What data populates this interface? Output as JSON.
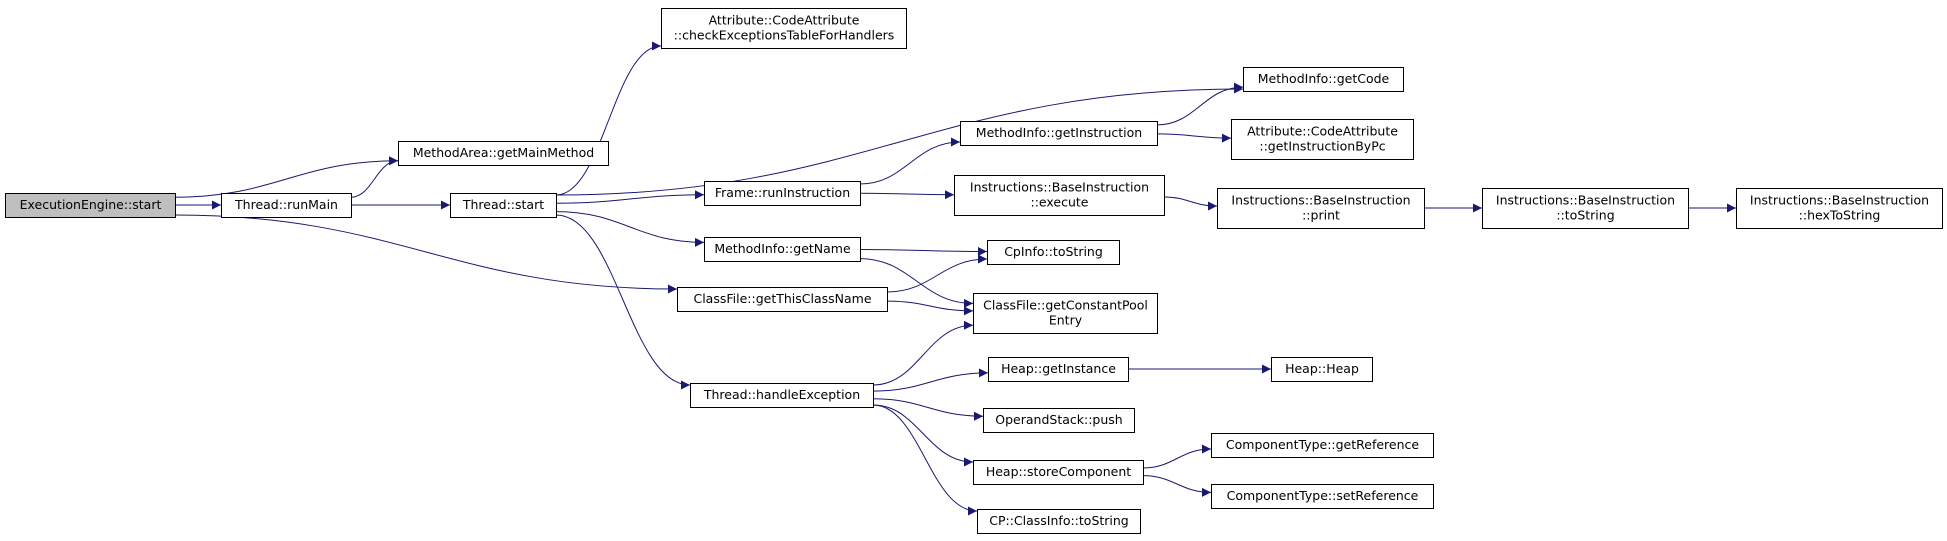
{
  "diagram": {
    "edge_color": "#191970",
    "root_fill": "#bfbfbf",
    "node_fill": "#ffffff",
    "node_border": "#000000",
    "nodes": [
      {
        "id": "execution-engine-start",
        "lines": [
          "ExecutionEngine::start"
        ],
        "root": true
      },
      {
        "id": "thread-runmain",
        "lines": [
          "Thread::runMain"
        ]
      },
      {
        "id": "methodarea-getmainmethod",
        "lines": [
          "MethodArea::getMainMethod"
        ]
      },
      {
        "id": "thread-start",
        "lines": [
          "Thread::start"
        ]
      },
      {
        "id": "codeattribute-checkexceptions",
        "lines": [
          "Attribute::CodeAttribute",
          "::checkExceptionsTableForHandlers"
        ]
      },
      {
        "id": "methodinfo-getcode",
        "lines": [
          "MethodInfo::getCode"
        ]
      },
      {
        "id": "methodinfo-getinstruction",
        "lines": [
          "MethodInfo::getInstruction"
        ]
      },
      {
        "id": "codeattribute-getinstructionbypc",
        "lines": [
          "Attribute::CodeAttribute",
          "::getInstructionByPc"
        ]
      },
      {
        "id": "frame-runinstruction",
        "lines": [
          "Frame::runInstruction"
        ]
      },
      {
        "id": "baseinstruction-execute",
        "lines": [
          "Instructions::BaseInstruction",
          "::execute"
        ]
      },
      {
        "id": "baseinstruction-print",
        "lines": [
          "Instructions::BaseInstruction",
          "::print"
        ]
      },
      {
        "id": "baseinstruction-tostring",
        "lines": [
          "Instructions::BaseInstruction",
          "::toString"
        ]
      },
      {
        "id": "baseinstruction-hextostring",
        "lines": [
          "Instructions::BaseInstruction",
          "::hexToString"
        ]
      },
      {
        "id": "methodinfo-getname",
        "lines": [
          "MethodInfo::getName"
        ]
      },
      {
        "id": "cpinfo-tostring",
        "lines": [
          "CpInfo::toString"
        ]
      },
      {
        "id": "classfile-getthisclassname",
        "lines": [
          "ClassFile::getThisClassName"
        ]
      },
      {
        "id": "classfile-getconstantpoolentry",
        "lines": [
          "ClassFile::getConstantPool",
          "Entry"
        ]
      },
      {
        "id": "thread-handleexception",
        "lines": [
          "Thread::handleException"
        ]
      },
      {
        "id": "heap-getinstance",
        "lines": [
          "Heap::getInstance"
        ]
      },
      {
        "id": "heap-heap",
        "lines": [
          "Heap::Heap"
        ]
      },
      {
        "id": "operandstack-push",
        "lines": [
          "OperandStack::push"
        ]
      },
      {
        "id": "heap-storecomponent",
        "lines": [
          "Heap::storeComponent"
        ]
      },
      {
        "id": "componenttype-getreference",
        "lines": [
          "ComponentType::getReference"
        ]
      },
      {
        "id": "componenttype-setreference",
        "lines": [
          "ComponentType::setReference"
        ]
      },
      {
        "id": "cp-classinfo-tostring",
        "lines": [
          "CP::ClassInfo::toString"
        ]
      }
    ],
    "edges": [
      [
        "execution-engine-start",
        "thread-runmain"
      ],
      [
        "execution-engine-start",
        "methodarea-getmainmethod"
      ],
      [
        "execution-engine-start",
        "classfile-getthisclassname"
      ],
      [
        "thread-runmain",
        "methodarea-getmainmethod"
      ],
      [
        "thread-runmain",
        "thread-start"
      ],
      [
        "thread-start",
        "codeattribute-checkexceptions"
      ],
      [
        "thread-start",
        "methodinfo-getcode"
      ],
      [
        "thread-start",
        "frame-runinstruction"
      ],
      [
        "thread-start",
        "methodinfo-getname"
      ],
      [
        "thread-start",
        "thread-handleexception"
      ],
      [
        "frame-runinstruction",
        "methodinfo-getinstruction"
      ],
      [
        "frame-runinstruction",
        "baseinstruction-execute"
      ],
      [
        "methodinfo-getinstruction",
        "methodinfo-getcode"
      ],
      [
        "methodinfo-getinstruction",
        "codeattribute-getinstructionbypc"
      ],
      [
        "baseinstruction-execute",
        "baseinstruction-print"
      ],
      [
        "baseinstruction-print",
        "baseinstruction-tostring"
      ],
      [
        "baseinstruction-tostring",
        "baseinstruction-hextostring"
      ],
      [
        "methodinfo-getname",
        "cpinfo-tostring"
      ],
      [
        "methodinfo-getname",
        "classfile-getconstantpoolentry"
      ],
      [
        "classfile-getthisclassname",
        "cpinfo-tostring"
      ],
      [
        "classfile-getthisclassname",
        "classfile-getconstantpoolentry"
      ],
      [
        "thread-handleexception",
        "classfile-getconstantpoolentry"
      ],
      [
        "thread-handleexception",
        "heap-getinstance"
      ],
      [
        "thread-handleexception",
        "operandstack-push"
      ],
      [
        "thread-handleexception",
        "heap-storecomponent"
      ],
      [
        "thread-handleexception",
        "cp-classinfo-tostring"
      ],
      [
        "heap-getinstance",
        "heap-heap"
      ],
      [
        "heap-storecomponent",
        "componenttype-getreference"
      ],
      [
        "heap-storecomponent",
        "componenttype-setreference"
      ]
    ]
  }
}
